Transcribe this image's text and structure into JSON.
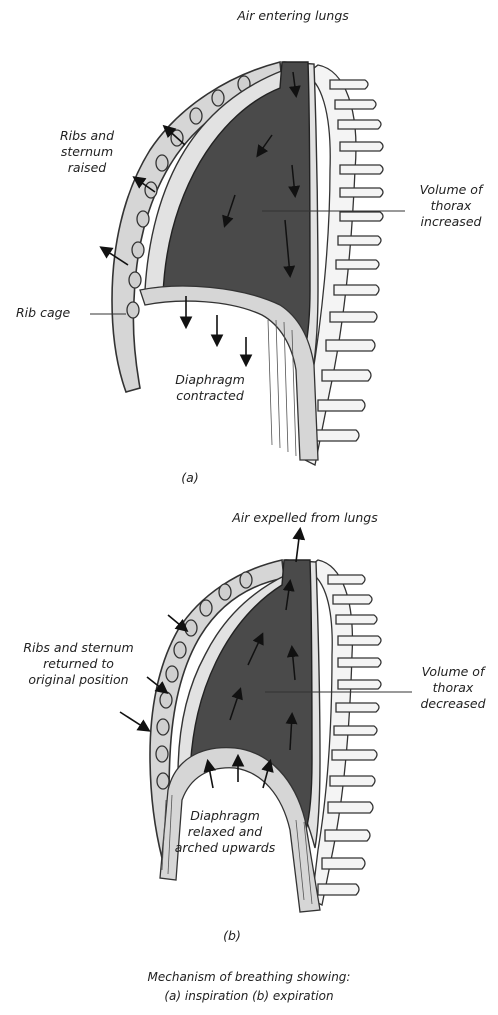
{
  "diagram_a": {
    "top_label": "Air entering lungs",
    "ribs_label": [
      "Ribs and",
      "sternum",
      "raised"
    ],
    "rib_cage_label": "Rib cage",
    "volume_label": [
      "Volume of",
      "thorax",
      "increased"
    ],
    "diaphragm_label": [
      "Diaphragm",
      "contracted"
    ],
    "panel_label": "(a)"
  },
  "diagram_b": {
    "top_label": "Air expelled from lungs",
    "ribs_label": [
      "Ribs and sternum",
      "returned to",
      "original position"
    ],
    "volume_label": [
      "Volume of",
      "thorax",
      "decreased"
    ],
    "diaphragm_label": [
      "Diaphragm",
      "relaxed and",
      "arched upwards"
    ],
    "panel_label": "(b)"
  },
  "caption": {
    "line1": "Mechanism of breathing showing:",
    "line2": "(a) inspiration (b) expiration"
  },
  "colors": {
    "lung": "#4a4a4a",
    "tissue": "#d9d9d9",
    "outline": "#333333"
  }
}
